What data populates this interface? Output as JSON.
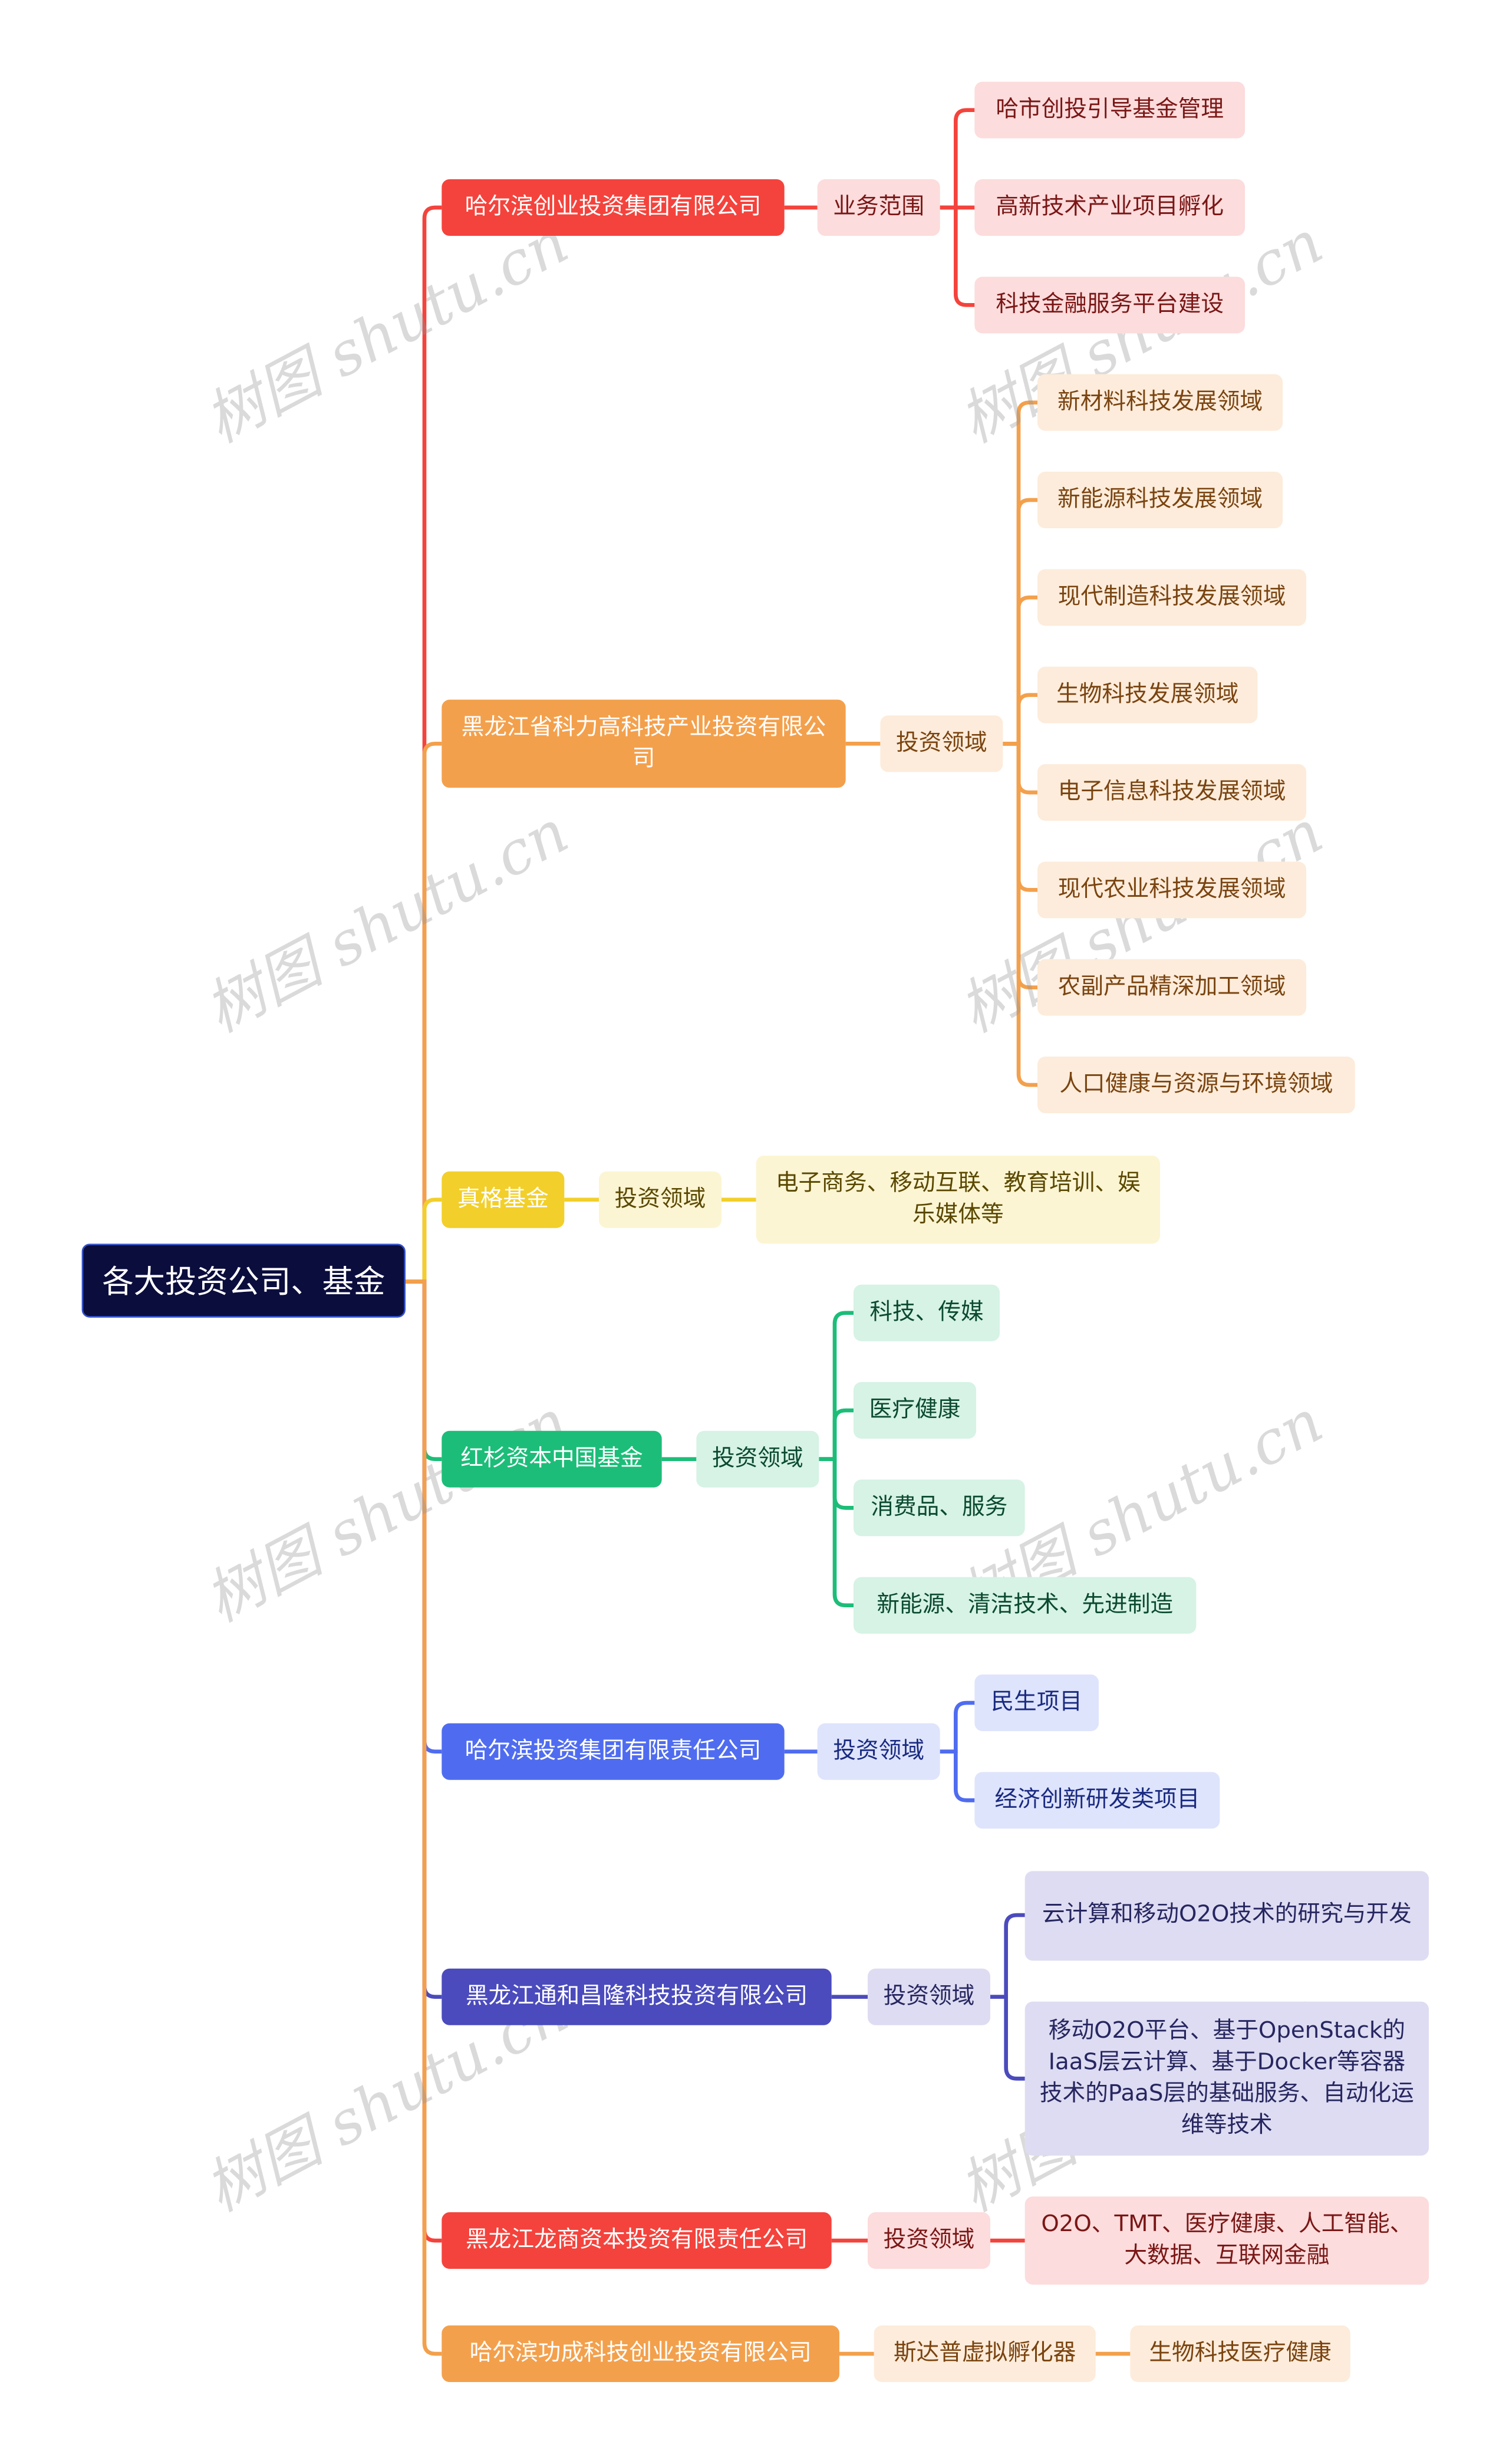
{
  "root": "各大投资公司、基金",
  "watermark": "树图 shutu.cn",
  "branches": [
    {
      "label": "哈尔滨创业投资集团有限公司",
      "color": "#f4433c",
      "light": "#fcdcdc",
      "text": "#7a1616",
      "child": {
        "label": "业务范围",
        "leaves": [
          "哈市创投引导基金管理",
          "高新技术产业项目孵化",
          "科技金融服务平台建设"
        ]
      }
    },
    {
      "label": "黑龙江省科力高科技产业投资有限公司",
      "color": "#f3a04c",
      "light": "#fdecdb",
      "text": "#7a4410",
      "child": {
        "label": "投资领域",
        "leaves": [
          "新材料科技发展领域",
          "新能源科技发展领域",
          "现代制造科技发展领域",
          "生物科技发展领域",
          "电子信息科技发展领域",
          "现代农业科技发展领域",
          "农副产品精深加工领域",
          "人口健康与资源与环境领域"
        ]
      }
    },
    {
      "label": "真格基金",
      "color": "#f2cf2a",
      "light": "#fcf5d3",
      "text": "#5a4800",
      "child": {
        "label": "投资领域",
        "leaves": [
          "电子商务、移动互联、教育培训、娱乐媒体等"
        ]
      }
    },
    {
      "label": "红杉资本中国基金",
      "color": "#1cbd78",
      "light": "#d6f3e5",
      "text": "#0b4a30",
      "child": {
        "label": "投资领域",
        "leaves": [
          "科技、传媒",
          "医疗健康",
          "消费品、服务",
          "新能源、清洁技术、先进制造"
        ]
      }
    },
    {
      "label": "哈尔滨投资集团有限责任公司",
      "color": "#4f6cf0",
      "light": "#dee4fc",
      "text": "#1a2a80",
      "child": {
        "label": "投资领域",
        "leaves": [
          "民生项目",
          "经济创新研发类项目"
        ]
      }
    },
    {
      "label": "黑龙江通和昌隆科技投资有限公司",
      "color": "#4b4bbd",
      "light": "#dedcf2",
      "text": "#262660",
      "child": {
        "label": "投资领域",
        "leaves": [
          "云计算和移动O2O技术的研究与开发",
          "移动O2O平台、基于OpenStack的IaaS层云计算、基于Docker等容器技术的PaaS层的基础服务、自动化运维等技术"
        ]
      }
    },
    {
      "label": "黑龙江龙商资本投资有限责任公司",
      "color": "#f4433c",
      "light": "#fcdcdc",
      "text": "#7a1616",
      "child": {
        "label": "投资领域",
        "leaves": [
          "O2O、TMT、医疗健康、人工智能、大数据、互联网金融"
        ]
      }
    },
    {
      "label": "哈尔滨功成科技创业投资有限公司",
      "color": "#f3a04c",
      "light": "#fdecdb",
      "text": "#7a4410",
      "child": {
        "label": "斯达普虚拟孵化器",
        "leaves": [
          "生物科技医疗健康"
        ]
      }
    }
  ]
}
